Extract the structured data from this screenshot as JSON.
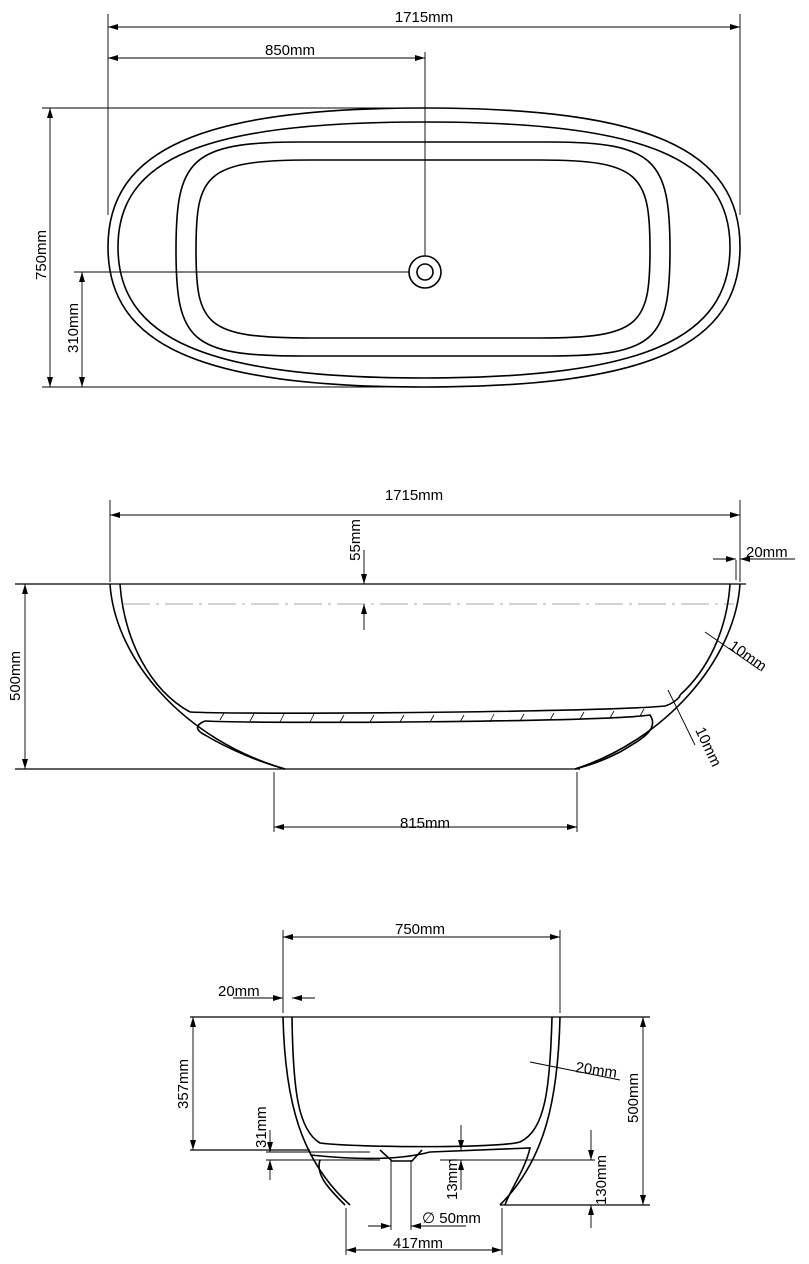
{
  "top_view": {
    "overall_length": "1715mm",
    "drain_offset_length": "850mm",
    "overall_width": "750mm",
    "drain_offset_width": "310mm"
  },
  "side_view": {
    "overall_length": "1715mm",
    "overflow_depth": "55mm",
    "rim_thickness": "20mm",
    "height": "500mm",
    "wall_thickness_upper": "10mm",
    "wall_thickness_lower": "10mm",
    "base_length": "815mm"
  },
  "end_view": {
    "overall_width": "750mm",
    "rim_thickness": "20mm",
    "inner_depth": "357mm",
    "wall_thickness": "20mm",
    "height": "500mm",
    "floor_thickness": "31mm",
    "drain_step": "13mm",
    "base_clearance": "130mm",
    "drain_diameter": "∅ 50mm",
    "base_width": "417mm"
  }
}
